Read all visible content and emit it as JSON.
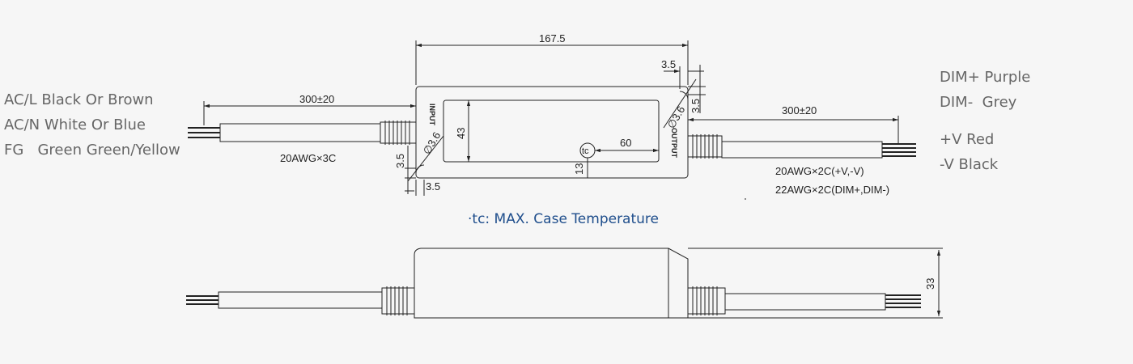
{
  "wiring": {
    "left": [
      "AC/L Black Or Brown",
      "AC/N White Or Blue",
      "FG   Green Green/Yellow"
    ],
    "right_top": [
      "DIM+ Purple",
      "DIM-  Grey"
    ],
    "right_bottom": [
      "+V Red",
      "-V Black"
    ]
  },
  "caption": "·tc: MAX. Case Temperature",
  "dimensions": {
    "overall_length": "167.5",
    "input_cable_length": "300±20",
    "output_cable_length": "300±20",
    "offset_top": "3.5",
    "offset_side": "3.5",
    "offset_left": "3.5",
    "offset_bottom": "3.5",
    "mount_hole_left": "∅3.6",
    "mount_hole_right": "∅3.6",
    "width": "43",
    "tc_offset_x": "60",
    "tc_offset_y": "13",
    "height": "33"
  },
  "labels": {
    "input": "INPUT",
    "output": "OUTPUT",
    "tc": "tc",
    "input_wire": "20AWG×3C",
    "output_wire_1": "20AWG×2C(+V,-V)",
    "output_wire_2": "22AWG×2C(DIM+,DIM-)"
  }
}
